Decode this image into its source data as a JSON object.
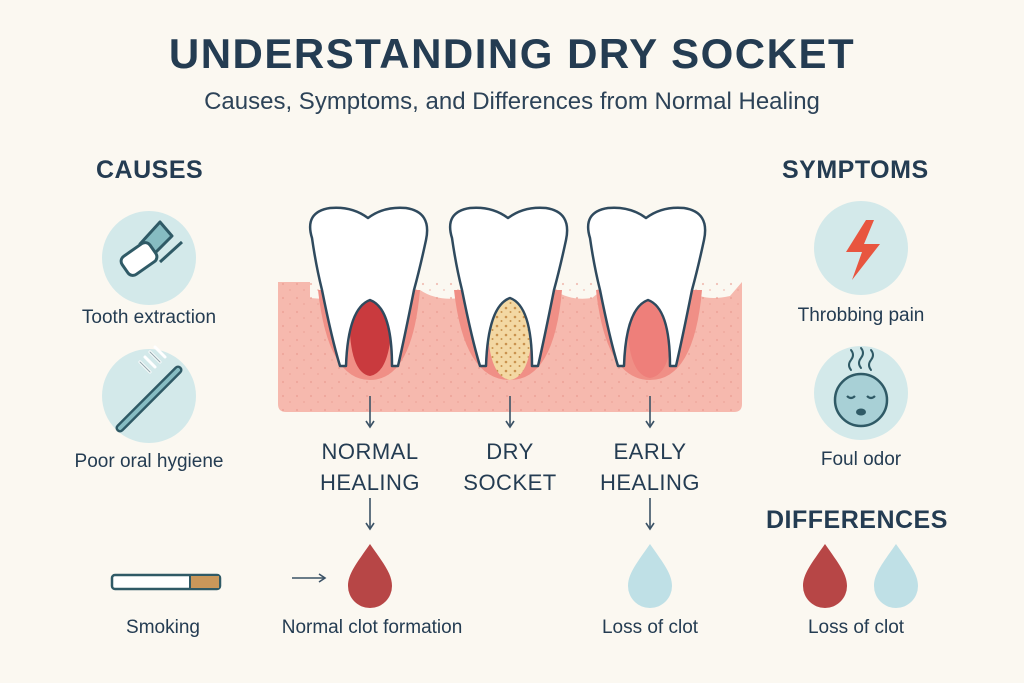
{
  "title": "UNDERSTANDING DRY SOCKET",
  "subtitle": "Causes, Symptoms, and Differences from Normal Healing",
  "causes": {
    "heading": "CAUSES",
    "items": [
      {
        "label": "Tooth extraction",
        "icon": "forceps-icon"
      },
      {
        "label": "Poor oral hygiene",
        "icon": "toothbrush-icon"
      },
      {
        "label": "Smoking",
        "icon": "cigarette-icon"
      }
    ]
  },
  "symptoms": {
    "heading": "SYMPTOMS",
    "items": [
      {
        "label": "Throbbing pain",
        "icon": "lightning-icon"
      },
      {
        "label": "Foul odor",
        "icon": "sick-face-icon"
      }
    ]
  },
  "stages": [
    {
      "line1": "NORMAL",
      "line2": "HEALING"
    },
    {
      "line1": "DRY",
      "line2": "SOCKET"
    },
    {
      "line1": "EARLY",
      "line2": "HEALING"
    }
  ],
  "outcomes": {
    "normal_clot": "Normal clot formation",
    "loss_of_clot": "Loss of clot"
  },
  "differences": {
    "heading": "DIFFERENCES",
    "label": "Loss of clot"
  },
  "colors": {
    "background": "#fbf8f1",
    "text": "#243c52",
    "icon_circle": "#d3e9ea",
    "gum": "#f6b9ae",
    "blood_clot": "#c74a4a",
    "dry_socket": "#f3d8a3",
    "water_drop": "#bfe0e6",
    "pain_bolt": "#e8553f"
  }
}
